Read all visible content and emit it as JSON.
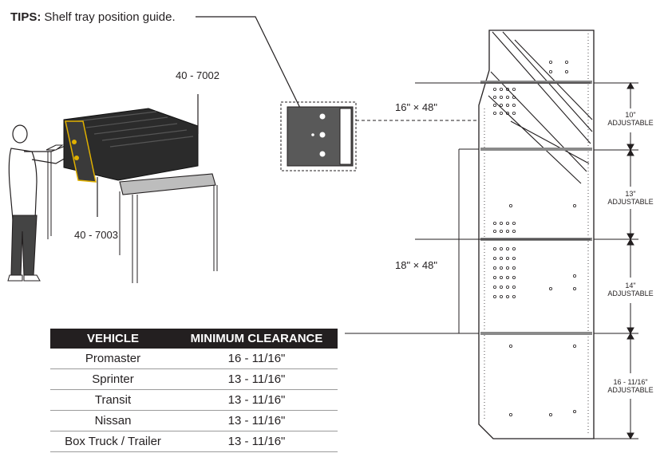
{
  "tips": {
    "label": "TIPS:",
    "text": "Shelf tray position guide."
  },
  "parts": {
    "upper_part": "40 - 7002",
    "lower_part": "40 - 7003"
  },
  "trays": {
    "upper_size": "16\" × 48\"",
    "lower_size": "18\" × 48\""
  },
  "dimensions": [
    {
      "value": "10\"",
      "label": "ADJUSTABLE"
    },
    {
      "value": "13\"",
      "label": "ADJUSTABLE"
    },
    {
      "value": "14\"",
      "label": "ADJUSTABLE"
    },
    {
      "value": "16 - 11/16\"",
      "label": "ADJUSTABLE"
    }
  ],
  "table": {
    "headers": [
      "VEHICLE",
      "MINIMUM CLEARANCE"
    ],
    "rows": [
      [
        "Promaster",
        "16 - 11/16\""
      ],
      [
        "Sprinter",
        "13 - 11/16\""
      ],
      [
        "Transit",
        "13 - 11/16\""
      ],
      [
        "Nissan",
        "13 - 11/16\""
      ],
      [
        "Box Truck / Trailer",
        "13 - 11/16\""
      ]
    ]
  },
  "colors": {
    "ink": "#231f20",
    "accent": "#e0b000",
    "panel": "#595959",
    "tray": "#8a8a8a"
  }
}
